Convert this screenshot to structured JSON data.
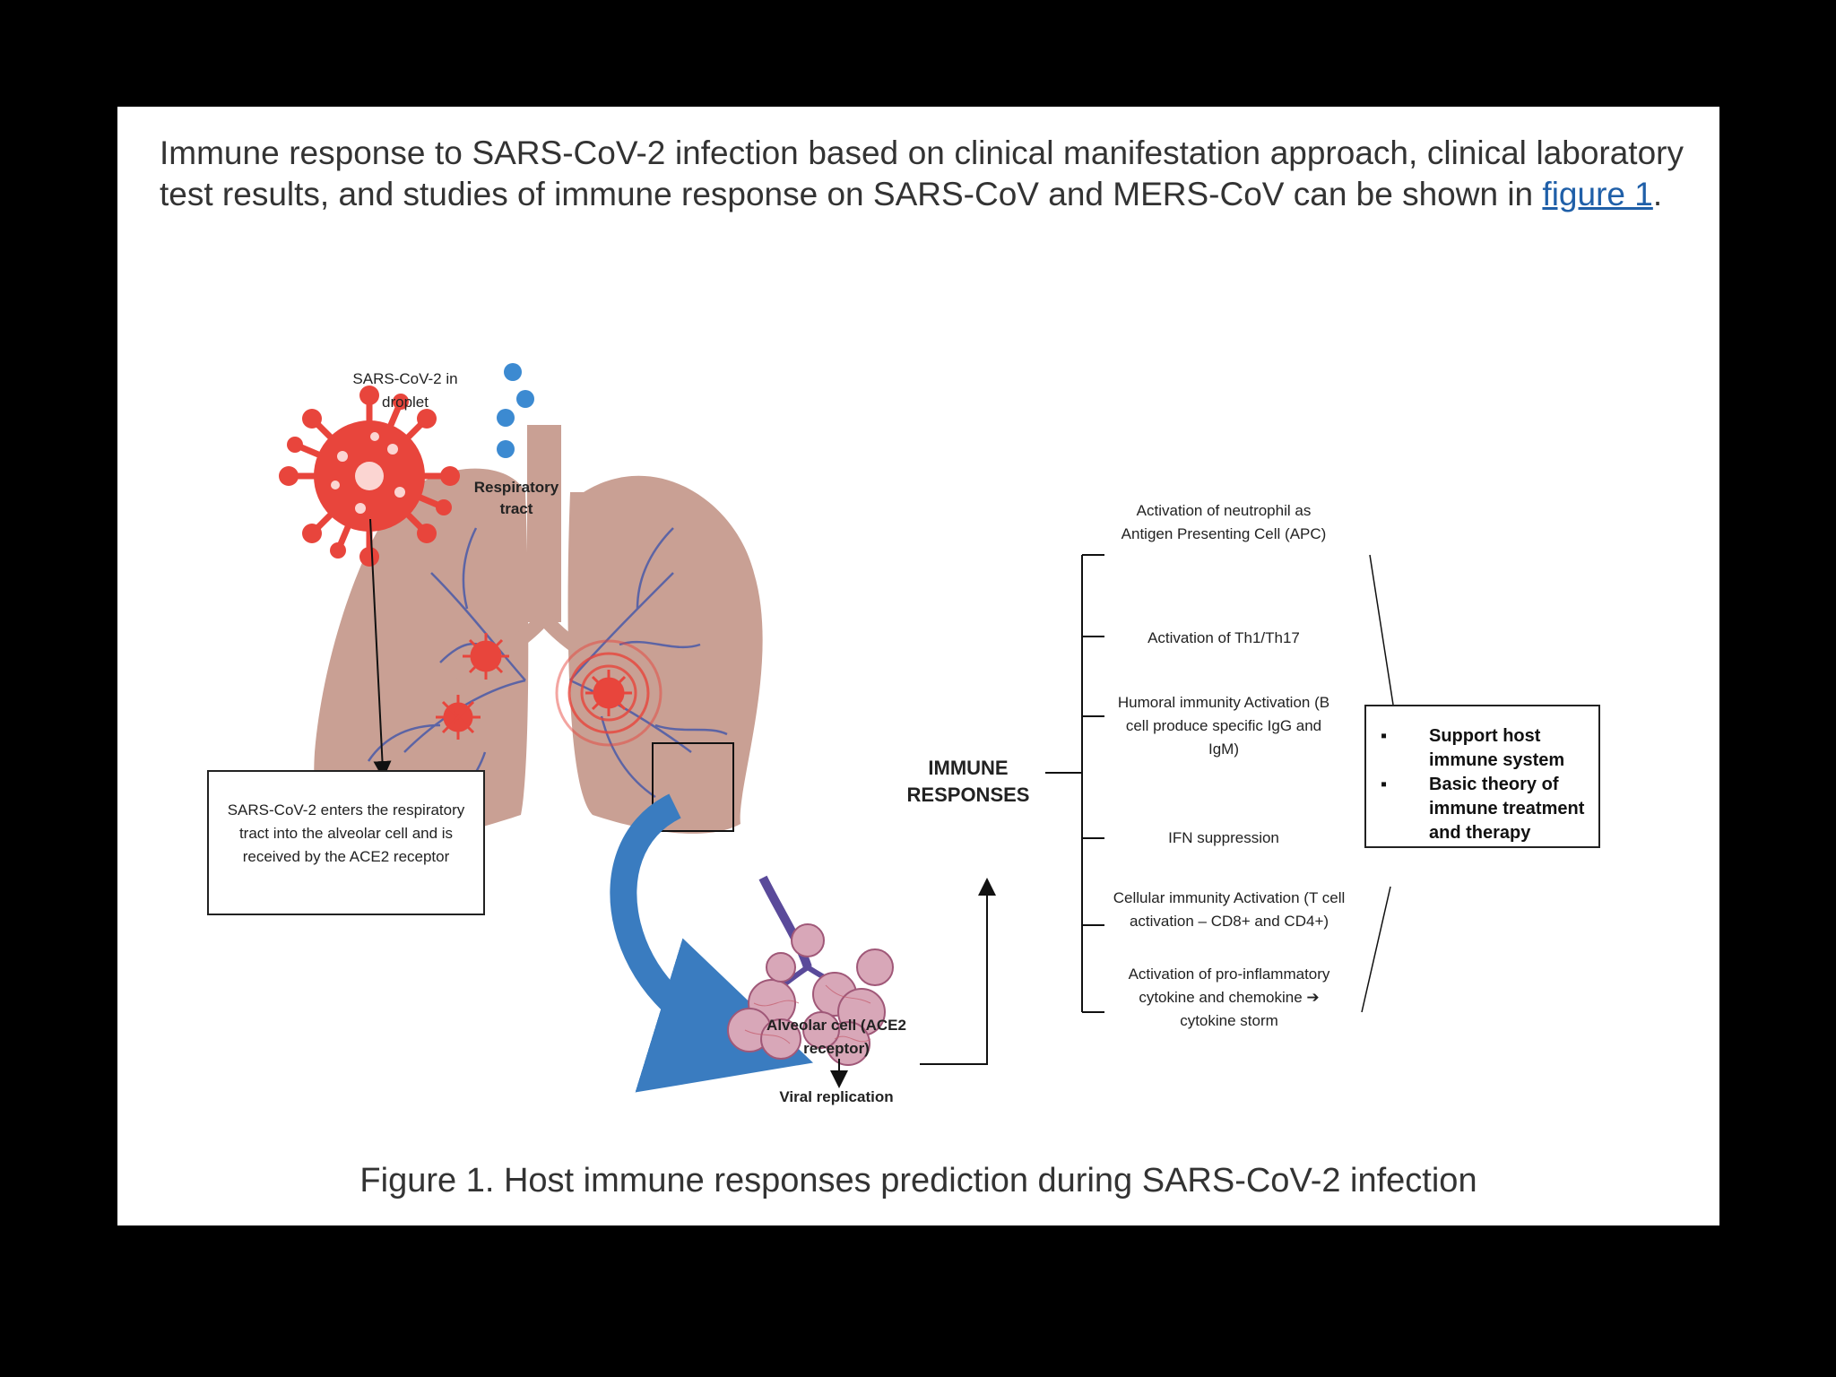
{
  "intro": {
    "text": "Immune response to SARS-CoV-2 infection based on clinical manifestation approach, clinical laboratory test results, and studies of immune response on SARS-CoV and MERS-CoV can be shown in ",
    "link": "figure 1",
    "end": "."
  },
  "labels": {
    "droplet": "SARS-CoV-2 in droplet",
    "respiratory": "Respiratory tract",
    "enters_box": "SARS-CoV-2 enters the respiratory tract into the alveolar cell and is received by the ACE2 receptor",
    "alveolar": "Alveolar cell (ACE2 receptor)",
    "replication": "Viral replication",
    "immune": "IMMUNE RESPONSES"
  },
  "responses": [
    "Activation of neutrophil as Antigen Presenting Cell (APC)",
    "Activation of Th1/Th17",
    "Humoral immunity Activation (B cell produce specific IgG and IgM)",
    "IFN suppression",
    "Cellular immunity Activation (T cell activation – CD8+ and CD4+)",
    "Activation of pro-inflammatory cytokine and chemokine ➔ cytokine storm"
  ],
  "outcome_bullets": [
    "Support host immune system",
    "Basic theory of immune treatment and therapy"
  ],
  "caption": "Figure 1. Host immune responses prediction during SARS-CoV-2 infection",
  "colors": {
    "lung": "#c9a094",
    "vessel": "#4a5aa8",
    "virus": "#e8453c",
    "droplet": "#3c8ad1",
    "arrow": "#3a7cc0"
  }
}
